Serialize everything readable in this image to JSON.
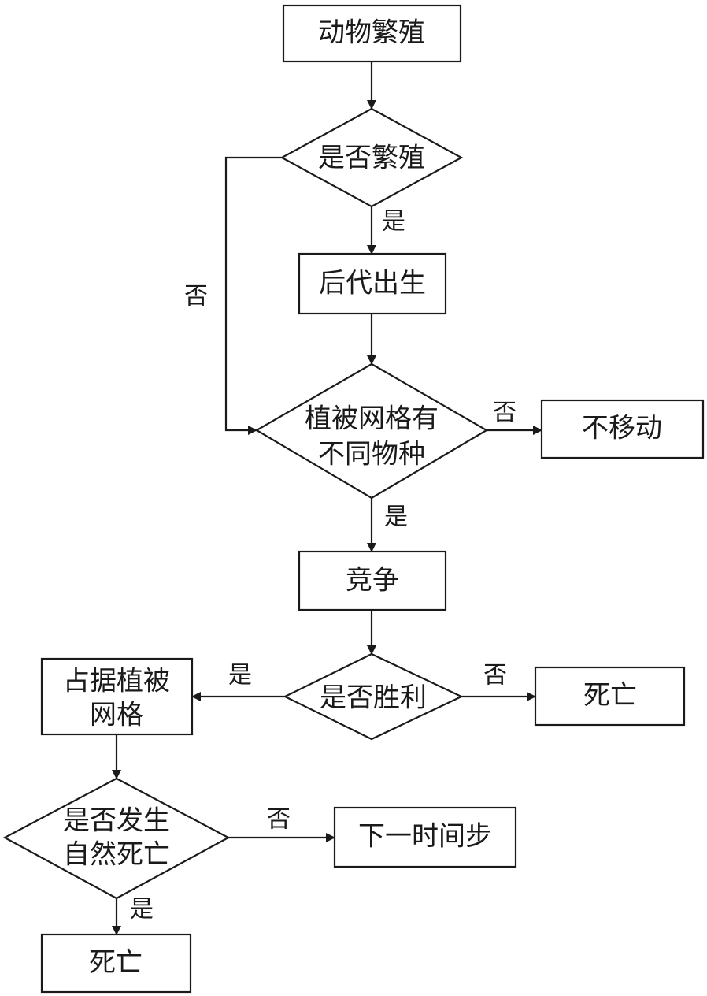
{
  "nodes": {
    "reproduce": "动物繁殖",
    "decide_reproduce": "是否繁殖",
    "offspring": "后代出生",
    "decide_species": [
      "植被网格有",
      "不同物种"
    ],
    "no_move": "不移动",
    "compete": "竞争",
    "decide_win": "是否胜利",
    "occupy": [
      "占据植被",
      "网格"
    ],
    "death_compete": "死亡",
    "decide_natural_death": [
      "是否发生",
      "自然死亡"
    ],
    "next_step": "下一时间步",
    "death_natural": "死亡"
  },
  "edge_labels": {
    "yes": "是",
    "no": "否"
  }
}
